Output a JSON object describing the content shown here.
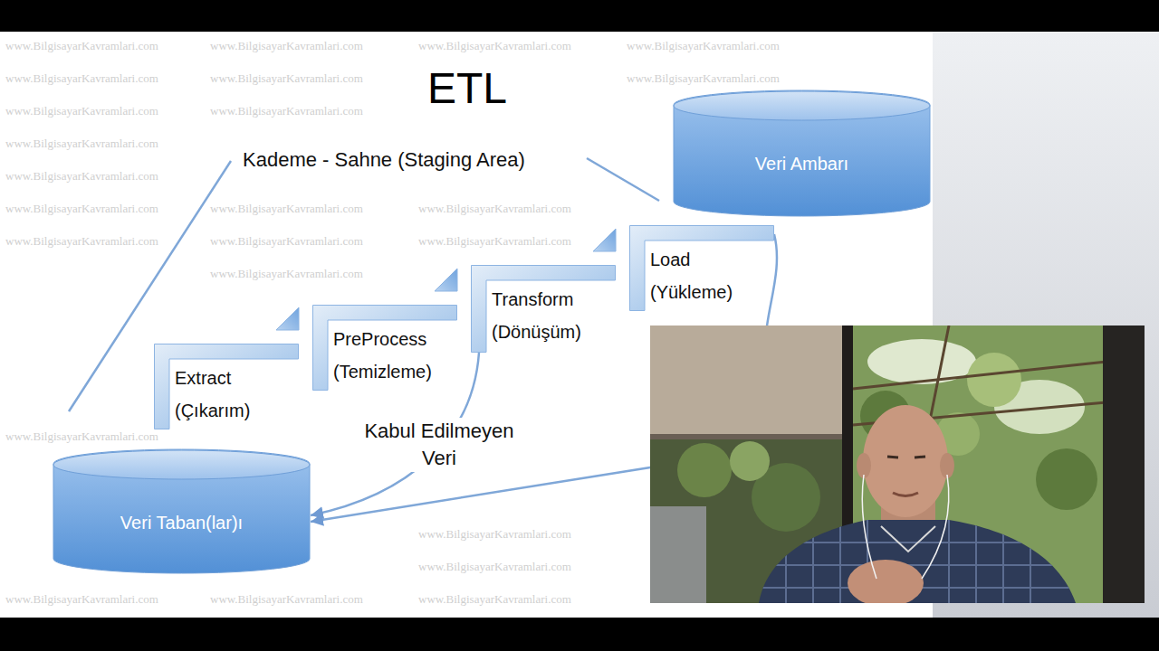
{
  "diagram": {
    "title": "ETL",
    "nodes": [
      {
        "text": [
          "Veri Ambarı"
        ]
      },
      {
        "text": [
          "Extract",
          "(Çıkarım)"
        ]
      },
      {
        "text": [
          "PreProcess",
          "(Temizleme)"
        ]
      },
      {
        "text": [
          "Transform",
          "(Dönüşüm)"
        ]
      },
      {
        "text": [
          "Load",
          "(Yükleme)"
        ]
      },
      {
        "text": [
          "Veri Taban(lar)ı"
        ]
      }
    ],
    "edges": [
      {
        "from": 3,
        "to": 5,
        "label": "Kabul Edilmeyen Veri",
        "arrow": "to"
      },
      {
        "from": 4,
        "to": 5,
        "arrow": "to"
      }
    ],
    "labels": [
      "Kademe - Sahne (Staging Area)",
      "www.BilgisayarKavramlari.com",
      "www.BilgisayarKavramlari.com",
      "www.BilgisayarKavramlari.com",
      "www.BilgisayarKavramlari.com",
      "www.BilgisayarKavramlari.com",
      "www.BilgisayarKavramlari.com",
      "www.BilgisayarKavramlari.com",
      "www.BilgisayarKavramlari.com",
      "www.BilgisayarKavramlari.com",
      "www.BilgisayarKavramlari.com",
      "www.BilgisayarKavramlari.com",
      "www.BilgisayarKavramlari.com",
      "www.BilgisayarKavramlari.com",
      "www.BilgisayarKavramlari.com",
      "www.BilgisayarKavramlari.com",
      "www.BilgisayarKavramlari.com",
      "www.BilgisayarKavramlari.com",
      "www.BilgisayarKavramlari.com",
      "www.BilgisayarKavramlari.com",
      "www.BilgisayarKavramlari.com",
      "www.BilgisayarKavramlari.com",
      "www.BilgisayarKavramlari.com",
      "www.BilgisayarKavramlari.com",
      "www.BilgisayarKavramlari.com"
    ]
  }
}
